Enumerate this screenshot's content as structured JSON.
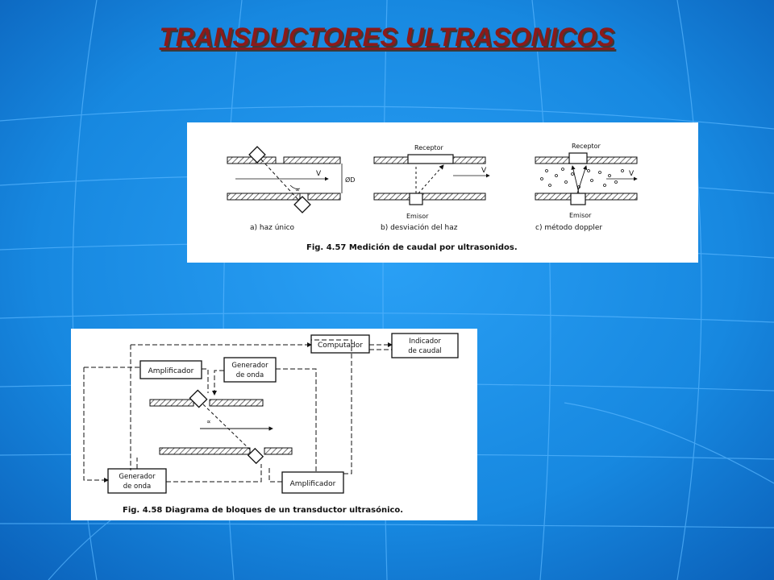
{
  "slide": {
    "title": "TRANSDUCTORES ULTRASONICOS",
    "colors": {
      "background": "#1a8ae6",
      "title": "#8B1A1A"
    }
  },
  "fig_457": {
    "caption": "Fig. 4.57   Medición de caudal por ultrasonidos.",
    "panel_a": {
      "label": "a)  haz único",
      "velocity": "V",
      "diameter": "ØD",
      "angle": "∝"
    },
    "panel_b": {
      "label": "b)  desviación del haz",
      "receptor": "Receptor",
      "emisor": "Emisor",
      "velocity": "V"
    },
    "panel_c": {
      "label": "c)  método doppler",
      "receptor": "Receptor",
      "emisor": "Emisor",
      "velocity": "V"
    }
  },
  "fig_458": {
    "caption": "Fig. 4.58   Diagrama de bloques de un transductor ultrasónico.",
    "computador": "Computador",
    "indicador_line1": "Indicador",
    "indicador_line2": "de caudal",
    "amplificador_top": "Amplificador",
    "generador_top_line1": "Generador",
    "generador_top_line2": "de onda",
    "generador_bottom_line1": "Generador",
    "generador_bottom_line2": "de onda",
    "amplificador_bottom": "Amplificador",
    "angle": "∝"
  }
}
